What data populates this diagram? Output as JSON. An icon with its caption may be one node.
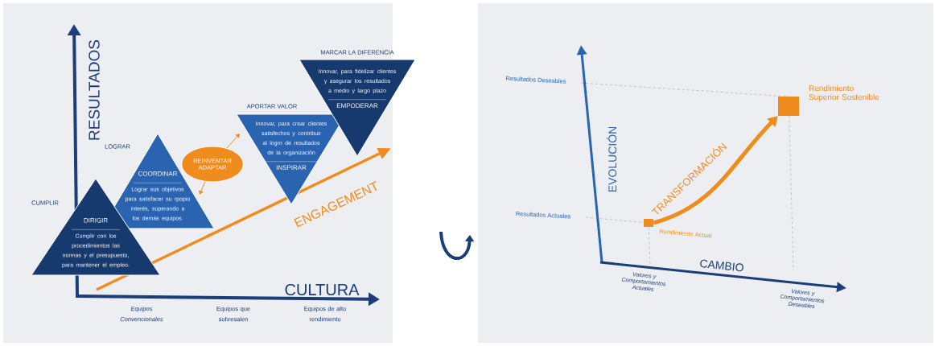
{
  "diagram": {
    "nodes": [
      {
        "text": [
          "DIRIGIR",
          "Cumplir con los procedimientos las normas y el presupuesto, para mantener el empleo."
        ],
        "beside": [
          "CUMPLIR"
        ]
      },
      {
        "text": [
          "COORDINAR",
          "Lograr sus objetivos para satisfacer su rpopio interés, superando a los demás equipos."
        ],
        "beside": [
          "LOGRAR"
        ]
      },
      {
        "text": [
          "REINVENTAR ADAPTAR"
        ]
      },
      {
        "text": [
          "Innovar, para crear clientes satisfechos y contribuir al logro de resultados de la organización",
          "INSPIRAR"
        ],
        "beside": [
          "APORTAR VALOR"
        ]
      },
      {
        "text": [
          "Innovar, para fidelizar clientes y asegurar los resultados a medio y largo plazo",
          "EMPODERAR"
        ],
        "beside": [
          "MARCAR LA DIFERENCIA"
        ]
      },
      {
        "text": [],
        "shape": "box",
        "beside": [
          "Rendimiento Actual"
        ]
      },
      {
        "text": [],
        "shape": "box",
        "beside": [
          "Rendimiento Superior Sostenible"
        ]
      }
    ],
    "edges": [
      {
        "from": 5,
        "to": 6,
        "arrow": "to",
        "label": "TRANSFORMACIÓN",
        "style": "thick"
      },
      {
        "from": 2,
        "to": 3,
        "arrow": "to"
      },
      {
        "from": 2,
        "to": 1,
        "arrow": "to"
      }
    ],
    "labels": [
      "RESULTADOS",
      "CULTURA",
      "Equipos Convencionales",
      "Equipos que sobresalen",
      "Equipos de alto rendimiento",
      "ENGAGEMENT",
      "Resultados Deseables",
      "Resultados Actuales",
      "EVOLUCIÓN",
      "CAMBIO",
      "Valores y Comportamientos Actuales",
      "Valores y Comportamientos Deseables"
    ]
  }
}
